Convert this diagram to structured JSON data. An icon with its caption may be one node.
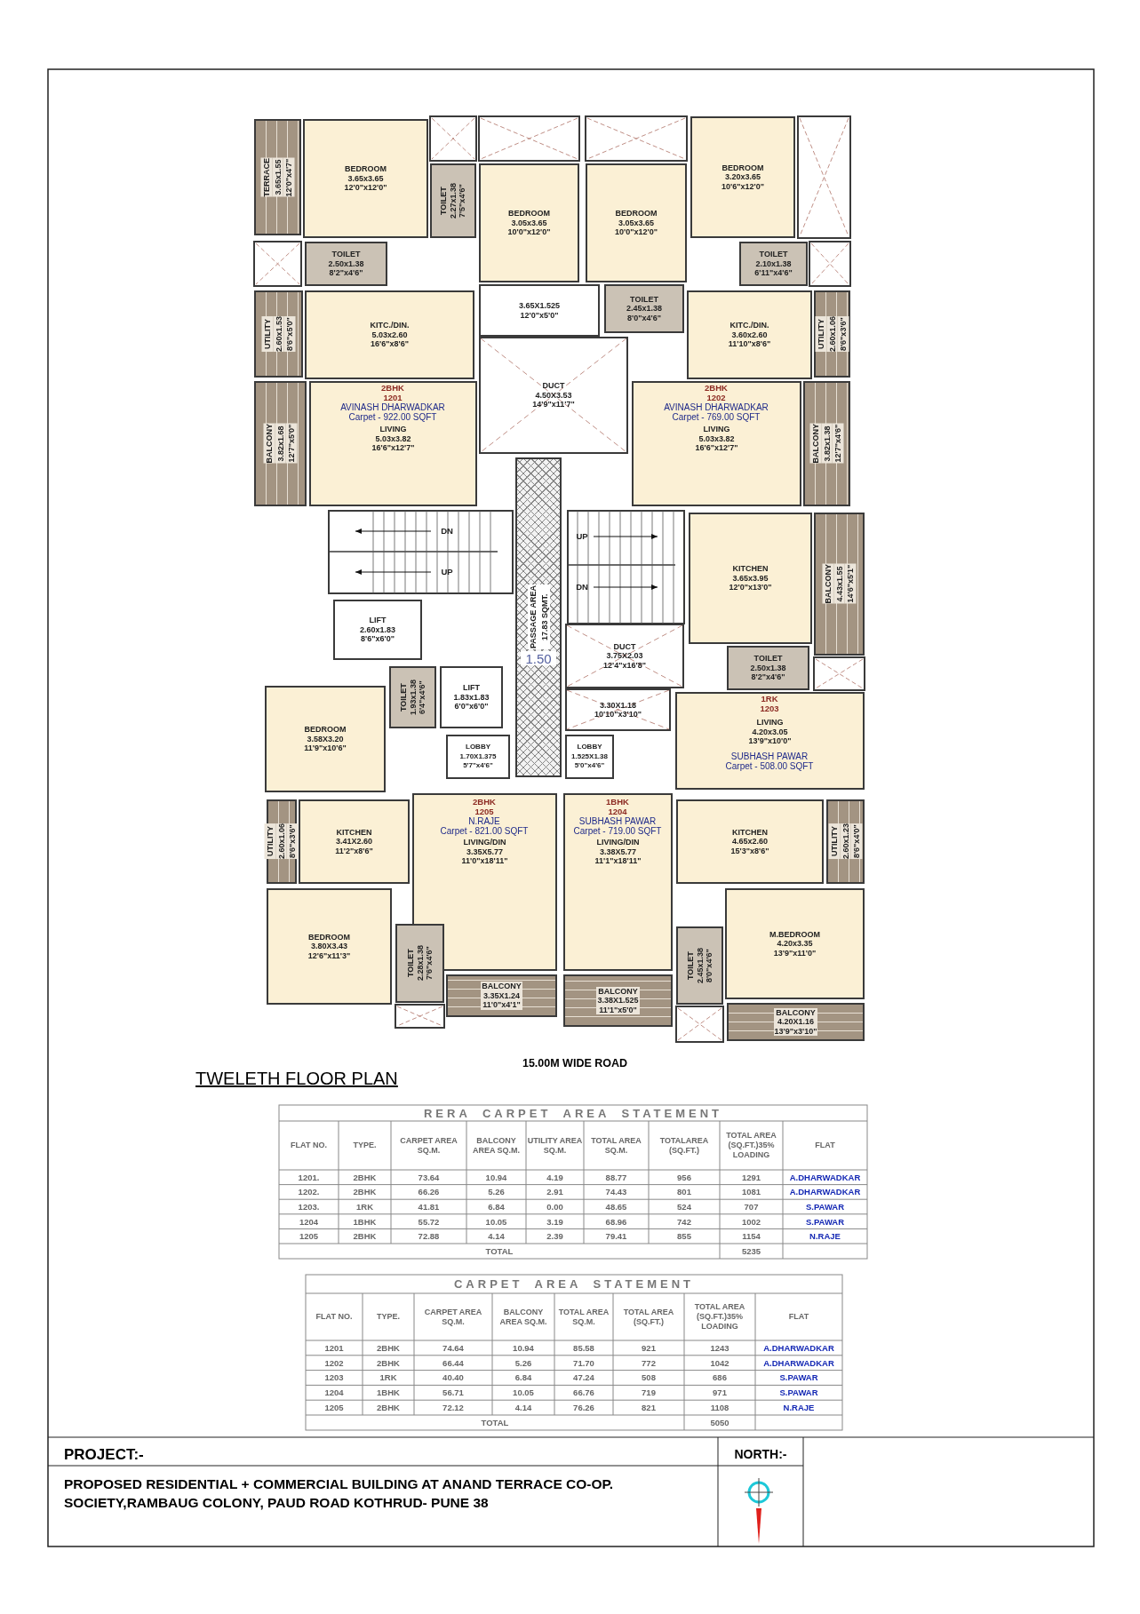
{
  "diagram": {
    "title": "TWELETH FLOOR PLAN",
    "nodes": [
      {
        "text": [
          "TERRACE",
          "3.65x1.55",
          "12'0\"x4'7\""
        ]
      },
      {
        "text": [
          "BEDROOM",
          "3.65x3.65",
          "12'0\"x12'0\""
        ]
      },
      {
        "text": [
          "TOILET",
          "2.27x1.38",
          "7'5\"x4'6\""
        ]
      },
      {
        "text": [
          "BEDROOM",
          "3.05x3.65",
          "10'0\"x12'0\""
        ]
      },
      {
        "text": [
          "BEDROOM",
          "3.05x3.65",
          "10'0\"x12'0\""
        ]
      },
      {
        "text": [
          "BEDROOM",
          "3.20x3.65",
          "10'6\"x12'0\""
        ]
      },
      {
        "text": [
          "TOILET",
          "2.50x1.38",
          "8'2\"x4'6\""
        ]
      },
      {
        "text": [
          "TOILET",
          "2.10x1.38",
          "6'11\"x4'6\""
        ]
      },
      {
        "text": [
          "UTILITY",
          "2.60x1.53",
          "8'6\"x5'0\""
        ]
      },
      {
        "text": [
          "KITC./DIN.",
          "5.03x2.60",
          "16'6\"x8'6\""
        ]
      },
      {
        "text": [
          "3.65X1.525",
          "12'0\"x5'0\""
        ]
      },
      {
        "text": [
          "TOILET",
          "2.45x1.38",
          "8'0\"x4'6\""
        ]
      },
      {
        "text": [
          "DUCT",
          "4.50X3.53",
          "14'9\"x11'7\""
        ]
      },
      {
        "text": [
          "KITC./DIN.",
          "3.60x2.60",
          "11'10\"x8'6\""
        ]
      },
      {
        "text": [
          "UTILITY",
          "2.60x1.06",
          "8'6\"x3'6\""
        ]
      },
      {
        "text": [
          "BALCONY",
          "3.82x1.68",
          "12'7\"x5'0\""
        ]
      },
      {
        "text": [
          "LIVING",
          "5.03x3.82",
          "16'6\"x12'7\""
        ]
      },
      {
        "text": [
          "PASSAGE AREA",
          "17.83 SQMT."
        ]
      },
      {
        "text": [
          "LIVING",
          "5.03x3.82",
          "16'6\"x12'7\""
        ]
      },
      {
        "text": [
          "BALCONY",
          "3.82x1.38",
          "12'7\"x4'6\""
        ]
      },
      {
        "text": [
          "LIFT",
          "2.60x1.83",
          "8'6\"x6'0\""
        ]
      },
      {
        "text": [
          "KITCHEN",
          "3.65x3.95",
          "12'0\"x13'0\""
        ]
      },
      {
        "text": [
          "BALCONY",
          "4.43x1.55",
          "14'6\"x5'1\""
        ]
      },
      {
        "text": [
          "DUCT",
          "3.75X2.03",
          "12'4\"x16'8\""
        ]
      },
      {
        "text": [
          "TOILET",
          "2.50x1.38",
          "8'2\"x4'6\""
        ]
      },
      {
        "text": [
          "TOILET",
          "1.93x1.38",
          "6'4\"x4'6\""
        ]
      },
      {
        "text": [
          "LIFT",
          "1.83x1.83",
          "6'0\"x6'0\""
        ]
      },
      {
        "text": [
          "3.30X1.18",
          "10'10\"x3'10\""
        ]
      },
      {
        "text": [
          "BEDROOM",
          "3.58X3.20",
          "11'9\"x10'6\""
        ]
      },
      {
        "text": [
          "LOBBY",
          "1.70X1.375",
          "5'7\"x4'6\""
        ]
      },
      {
        "text": [
          "LOBBY",
          "1.525X1.38",
          "5'0\"x4'6\""
        ]
      },
      {
        "text": [
          "LIVING",
          "4.20x3.05",
          "13'9\"x10'0\""
        ]
      },
      {
        "text": [
          "UTILITY",
          "2.60x1.06",
          "8'6\"x3'6\""
        ]
      },
      {
        "text": [
          "KITCHEN",
          "3.41X2.60",
          "11'2\"x8'6\""
        ]
      },
      {
        "text": [
          "LIVING/DIN",
          "3.35X5.77",
          "11'0\"x18'11\""
        ]
      },
      {
        "text": [
          "LIVING/DIN",
          "3.38X5.77",
          "11'1\"x18'11\""
        ]
      },
      {
        "text": [
          "KITCHEN",
          "4.65x2.60",
          "15'3\"x8'6\""
        ]
      },
      {
        "text": [
          "UTILITY",
          "2.60x1.23",
          "8'6\"x4'0\""
        ]
      },
      {
        "text": [
          "BEDROOM",
          "3.80X3.43",
          "12'6\"x11'3\""
        ]
      },
      {
        "text": [
          "TOILET",
          "2.28x1.38",
          "7'6\"x4'6\""
        ]
      },
      {
        "text": [
          "M.BEDROOM",
          "4.20x3.35",
          "13'9\"x11'0\""
        ]
      },
      {
        "text": [
          "BALCONY",
          "3.35X1.24",
          "11'0\"x4'1\""
        ]
      },
      {
        "text": [
          "BALCONY",
          "3.38X1.525",
          "11'1\"x5'0\""
        ]
      },
      {
        "text": [
          "TOILET",
          "2.45x1.38",
          "8'0\"x4'6\""
        ]
      },
      {
        "text": [
          "BALCONY",
          "4.20X1.16",
          "13'9\"x3'10\""
        ]
      }
    ],
    "labels": [
      "2BHK",
      "1201",
      "AVINASH DHARWADKAR",
      "Carpet - 922.00 SQFT",
      "2BHK",
      "1202",
      "AVINASH DHARWADKAR",
      "Carpet - 769.00 SQFT",
      "DN",
      "UP",
      "UP",
      "DN",
      "1.50",
      "1RK",
      "1203",
      "SUBHASH PAWAR",
      "Carpet - 508.00 SQFT",
      "2BHK",
      "1205",
      "N.RAJE",
      "Carpet - 821.00 SQFT",
      "1BHK",
      "1204",
      "SUBHASH PAWAR",
      "Carpet - 719.00 SQFT",
      "15.00M WIDE ROAD",
      "RERA CARPET AREA STATEMENT",
      "FLAT NO.",
      "TYPE.",
      "CARPET AREA SQ.M.",
      "BALCONY AREA SQ.M.",
      "UTILITY AREA SQ.M.",
      "TOTAL AREA SQ.M.",
      "TOTALAREA (SQ.FT.)",
      "TOTAL AREA (SQ.FT.)35% LOADING",
      "FLAT",
      "1201.",
      "2BHK",
      "73.64",
      "10.94",
      "4.19",
      "88.77",
      "956",
      "1291",
      "A.DHARWADKAR",
      "1202.",
      "2BHK",
      "66.26",
      "5.26",
      "2.91",
      "74.43",
      "801",
      "1081",
      "A.DHARWADKAR",
      "1203.",
      "1RK",
      "41.81",
      "6.84",
      "0.00",
      "48.65",
      "524",
      "707",
      "S.PAWAR",
      "1204",
      "1BHK",
      "55.72",
      "10.05",
      "3.19",
      "68.96",
      "742",
      "1002",
      "S.PAWAR",
      "1205",
      "2BHK",
      "72.88",
      "4.14",
      "2.39",
      "79.41",
      "855",
      "1154",
      "N.RAJE",
      "TOTAL",
      "5235",
      "CARPET AREA STATEMENT",
      "FLAT NO.",
      "TYPE.",
      "CARPET AREA SQ.M.",
      "BALCONY AREA SQ.M.",
      "TOTAL AREA SQ.M.",
      "TOTAL AREA (SQ.FT.)",
      "TOTAL AREA (SQ.FT.)35% LOADING",
      "FLAT",
      "1201",
      "2BHK",
      "74.64",
      "10.94",
      "85.58",
      "921",
      "1243",
      "A.DHARWADKAR",
      "1202",
      "2BHK",
      "66.44",
      "5.26",
      "71.70",
      "772",
      "1042",
      "A.DHARWADKAR",
      "1203",
      "1RK",
      "40.40",
      "6.84",
      "47.24",
      "508",
      "686",
      "S.PAWAR",
      "1204",
      "1BHK",
      "56.71",
      "10.05",
      "66.76",
      "719",
      "971",
      "S.PAWAR",
      "1205",
      "2BHK",
      "72.12",
      "4.14",
      "76.26",
      "821",
      "1108",
      "N.RAJE",
      "TOTAL",
      "5050",
      "PROJECT:-",
      "NORTH:-",
      "PROPOSED RESIDENTIAL + COMMERCIAL BUILDING AT ANAND TERRACE CO-OP. SOCIETY,RAMBAUG COLONY, PAUD ROAD KOTHRUD- PUNE 38"
    ]
  }
}
